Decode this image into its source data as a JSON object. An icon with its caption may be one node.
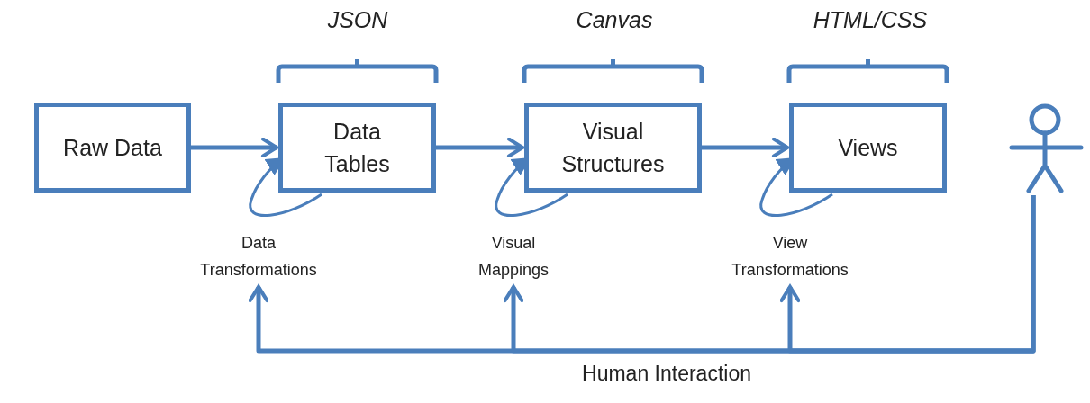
{
  "diagram": {
    "nodes": [
      {
        "text": [
          "Raw Data"
        ]
      },
      {
        "text": [
          "Data Tables"
        ]
      },
      {
        "text": [
          "Visual Structures"
        ]
      },
      {
        "text": [
          "Views"
        ]
      },
      {
        "text": [],
        "shape": "person"
      },
      {
        "text": [
          "Data Transformations"
        ]
      },
      {
        "text": [
          "Visual Mappings"
        ]
      },
      {
        "text": [
          "View Transformations"
        ]
      }
    ],
    "edges": [
      {
        "from": 0,
        "to": 1,
        "arrow": "to"
      },
      {
        "from": 1,
        "to": 2,
        "arrow": "to"
      },
      {
        "from": 2,
        "to": 3,
        "arrow": "to"
      },
      {
        "from": 1,
        "to": 1,
        "arrow": "to"
      },
      {
        "from": 2,
        "to": 2,
        "arrow": "to"
      },
      {
        "from": 3,
        "to": 3,
        "arrow": "to"
      },
      {
        "from": 4,
        "to": 5,
        "arrow": "to"
      },
      {
        "from": 4,
        "to": 6,
        "arrow": "to"
      },
      {
        "from": 4,
        "to": 7,
        "arrow": "to"
      }
    ],
    "labels": [
      "JSON",
      "Canvas",
      "HTML/CSS",
      "Human Interaction"
    ]
  }
}
